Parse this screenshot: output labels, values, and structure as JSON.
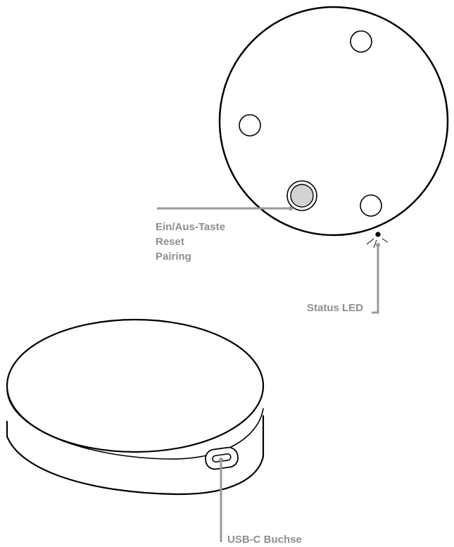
{
  "callouts": {
    "power_button": {
      "lines": [
        "Ein/Aus-Taste",
        "Reset",
        "Pairing"
      ]
    },
    "status_led": {
      "label": "Status LED"
    },
    "usb_port": {
      "label": "USB-C Buchse"
    }
  },
  "colors": {
    "outline": "#000000",
    "callout": "#999999",
    "label_text": "#8f8f8f",
    "button_fill": "#d2d2d2",
    "background": "#ffffff"
  }
}
